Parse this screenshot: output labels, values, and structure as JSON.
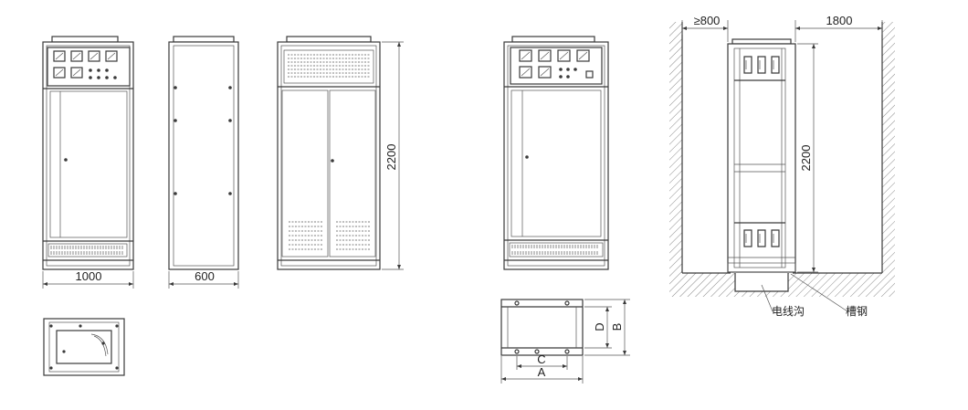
{
  "dimensions": {
    "front_width": "1000",
    "side_depth": "600",
    "door_height": "2200",
    "rear_clearance": "≥800",
    "front_clearance": "1800",
    "install_height": "2200",
    "base_a": "A",
    "base_b": "B",
    "base_c": "C",
    "base_d": "D"
  },
  "labels": {
    "cable_trench": "电线沟",
    "channel_steel": "槽钢"
  },
  "colors": {
    "line": "#3a3a3a",
    "hatch": "#8a8a8a",
    "background": "#ffffff"
  }
}
